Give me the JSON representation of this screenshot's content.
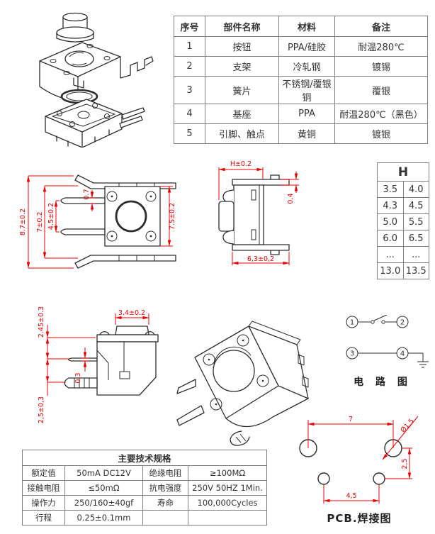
{
  "colors": {
    "dimension_red": "#ee0000",
    "drawing_line": "#2d2d2d",
    "table_border": "#7f7f7f",
    "text": "#333333"
  },
  "parts_table": {
    "headers": [
      "序号",
      "部件名称",
      "材料",
      "备注"
    ],
    "rows": [
      [
        "1",
        "按钮",
        "PPA/硅胶",
        "耐温280℃"
      ],
      [
        "2",
        "支架",
        "冷轧钢",
        "镀锡"
      ],
      [
        "3",
        "簧片",
        "不锈钢/覆银铜",
        "覆银"
      ],
      [
        "4",
        "基座",
        "PPA",
        "耐温280℃（黑色）"
      ],
      [
        "5",
        "引脚、触点",
        "黄铜",
        "镀银"
      ]
    ]
  },
  "h_table": {
    "header": "H",
    "rows": [
      [
        "3.5",
        "4.0"
      ],
      [
        "4.3",
        "4.5"
      ],
      [
        "5.0",
        "5.5"
      ],
      [
        "6.0",
        "6.5"
      ],
      [
        "...",
        "..."
      ],
      [
        "13.0",
        "13.5"
      ]
    ]
  },
  "front_view": {
    "dims": {
      "total_height": "8.7±0.2",
      "bracket_span": "7±0.2",
      "pin_pitch": "4.5±0.2",
      "pin_width": "0.7",
      "body_size": "7.5±0.2"
    }
  },
  "side_view": {
    "dims": {
      "overall_height": "H±0.2",
      "plate_thickness": "0,4",
      "base_width": "6,3±0,2"
    }
  },
  "bottom_view": {
    "dims": {
      "cap_to_pin": "2.45±0.3",
      "stem_width": "3.4±0.2",
      "pin_thickness": "0,3",
      "pin_pitch": "2,5±0,3"
    }
  },
  "circuit": {
    "terminals": [
      "1",
      "2",
      "3",
      "4"
    ],
    "caption": "电 路 图"
  },
  "pcb": {
    "dims": {
      "pitch_top": "7",
      "hole_diameter": "Ø1,5",
      "pitch_side": "2,5",
      "pitch_bottom": "4,5"
    },
    "caption": "PCB.焊接图"
  },
  "specs_table": {
    "title": "主要技术规格",
    "rows": [
      [
        "额定值",
        "50mA DC12V",
        "绝缘电阻",
        "≥100MΩ"
      ],
      [
        "接触电阻",
        "≤50mΩ",
        "抗电强度",
        "250V 50HZ 1Min."
      ],
      [
        "操作力",
        "250/160±40gf",
        "寿命",
        "100,000Cycles"
      ],
      [
        "行程",
        "0.25±0.1mm",
        "",
        ""
      ]
    ]
  }
}
